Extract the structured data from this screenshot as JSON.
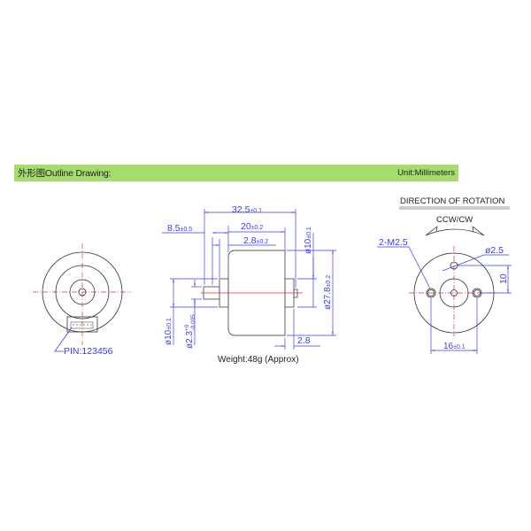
{
  "header": {
    "title": "外形图Outline Drawing:",
    "unit": "Unit:Millimeters",
    "bar_color": "#a6dc6e"
  },
  "left_view": {
    "pin_label": "PIN:123456"
  },
  "side_view": {
    "dim_overall_length": "32.5",
    "dim_overall_length_tol": "±0.1",
    "dim_shaft_length": "8.5",
    "dim_shaft_length_tol": "±0.5",
    "dim_body_length": "20",
    "dim_body_length_tol": "±0.2",
    "dim_boss_length": "2.8",
    "dim_boss_length_tol": "±0.2",
    "dim_rear_boss_dia": "ø10",
    "dim_rear_boss_dia_tol": "±0.1",
    "dim_body_dia": "ø27.8",
    "dim_body_dia_tol": "±0.2",
    "dim_rear_boss_length": "2.8",
    "dim_front_boss_dia": "ø10",
    "dim_front_boss_dia_tol": "±0.1",
    "dim_shaft_dia": "ø2.3",
    "dim_shaft_dia_tol_upper": "+0",
    "dim_shaft_dia_tol_lower": "-0.005",
    "weight": "Weight:48g (Approx)"
  },
  "front_view": {
    "direction_title": "DIRECTION OF ROTATION",
    "rotation": "CCW/CW",
    "thread_label": "2-M2.5",
    "hole_dia": "ø2.5",
    "dim_hole_offset": "10",
    "dim_hole_spacing": "16",
    "dim_hole_spacing_tol": "±0.1"
  },
  "colors": {
    "dimension": "#3a3aff",
    "centerline": "#e0303a",
    "outline": "#333333"
  }
}
